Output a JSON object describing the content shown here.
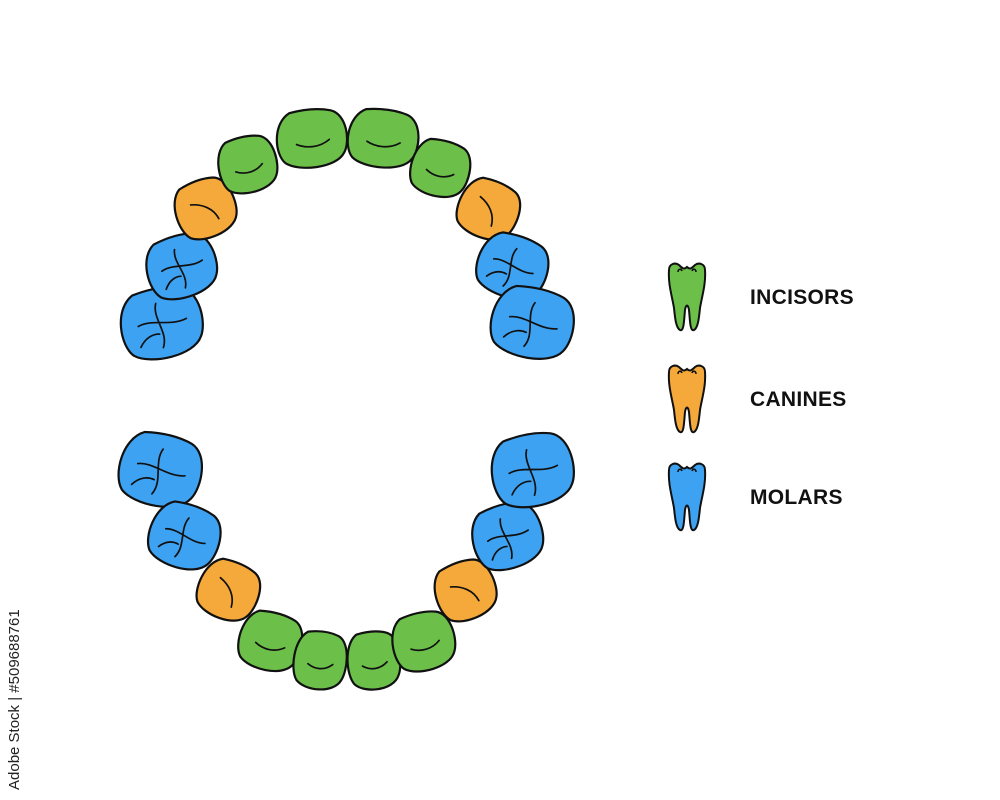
{
  "legend": {
    "items": [
      {
        "label": "INCISORS",
        "color": "#6cc04a",
        "icon": "incisor-tooth-icon"
      },
      {
        "label": "CANINES",
        "color": "#f6a93b",
        "icon": "canine-tooth-icon"
      },
      {
        "label": "MOLARS",
        "color": "#3ea2f2",
        "icon": "molar-tooth-icon"
      }
    ]
  },
  "stock_id": "Adobe Stock | #509688761",
  "colors": {
    "incisor": "#6cc04a",
    "canine": "#f6a93b",
    "molar": "#3ea2f2",
    "outline": "#111111"
  },
  "jaws": {
    "upper": {
      "name": "upper-jaw",
      "teeth": [
        "molar",
        "molar",
        "canine",
        "incisor",
        "incisor",
        "incisor",
        "incisor",
        "canine",
        "molar",
        "molar"
      ]
    },
    "lower": {
      "name": "lower-jaw",
      "teeth": [
        "molar",
        "molar",
        "canine",
        "incisor",
        "incisor",
        "incisor",
        "incisor",
        "canine",
        "molar",
        "molar"
      ]
    }
  }
}
